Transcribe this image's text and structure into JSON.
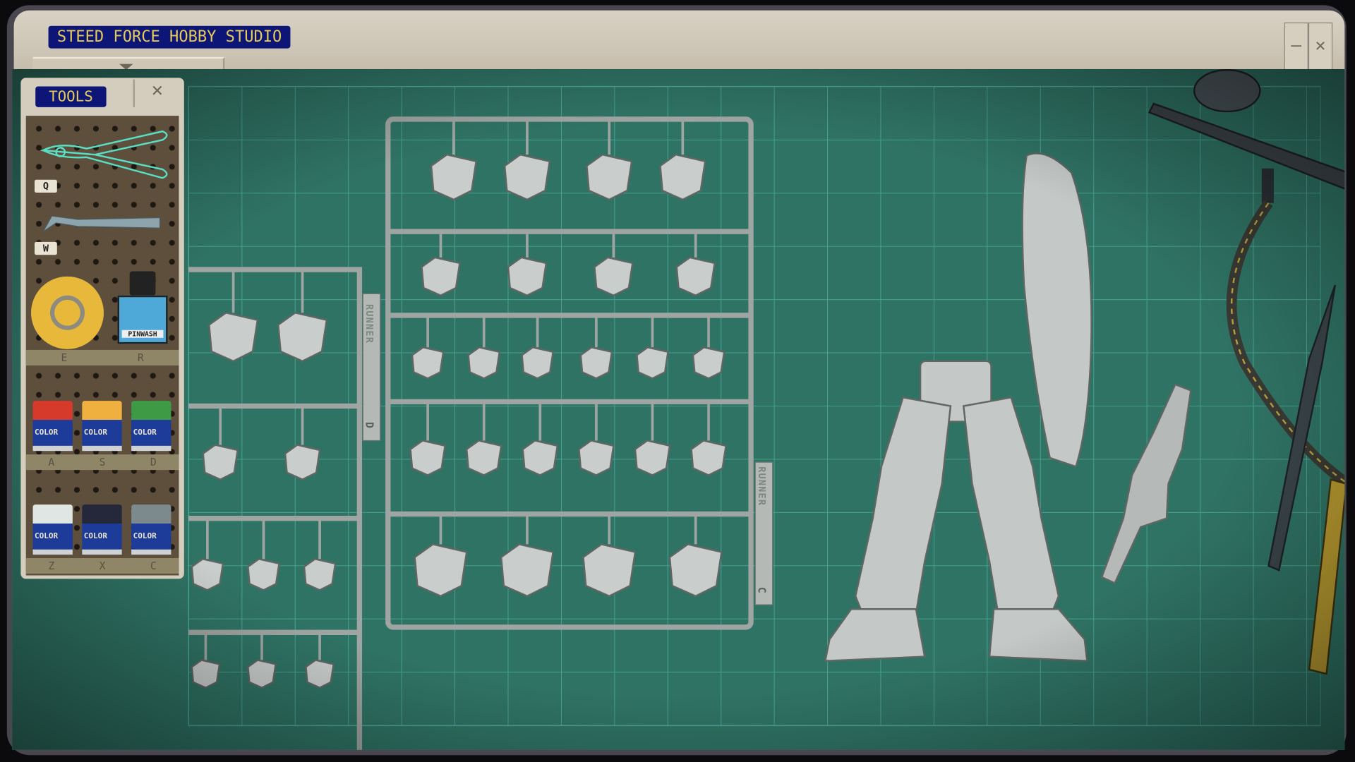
{
  "window": {
    "title": "STEED FORCE HOBBY STUDIO",
    "minimize_glyph": "–",
    "close_glyph": "✕"
  },
  "tools_panel": {
    "title": "TOOLS",
    "close_glyph": "✕",
    "tools": [
      {
        "name": "nippers",
        "key": "Q"
      },
      {
        "name": "tweezers",
        "key": "W"
      },
      {
        "name": "masking-tape",
        "key": "E"
      },
      {
        "name": "panel-line-wash",
        "key": "R",
        "label": "PINWASH"
      }
    ],
    "paints": [
      {
        "key": "A",
        "color": "#d63a2a",
        "label": "COLOR"
      },
      {
        "key": "S",
        "color": "#f0b040",
        "label": "COLOR"
      },
      {
        "key": "D",
        "color": "#3f9a45",
        "label": "COLOR"
      },
      {
        "key": "Z",
        "color": "#dfe6e4",
        "label": "COLOR"
      },
      {
        "key": "X",
        "color": "#24283a",
        "label": "COLOR"
      },
      {
        "key": "C",
        "color": "#7c8a8e",
        "label": "COLOR"
      }
    ]
  },
  "runners": [
    {
      "label": "RUNNER",
      "letter": "D"
    },
    {
      "label": "RUNNER",
      "letter": "C"
    }
  ],
  "colors": {
    "mat": "#2f7364",
    "grid": "#5fd0bb",
    "plastic": "#b9bdbb",
    "title_bg": "#0d1577",
    "title_text": "#e6cc55"
  }
}
